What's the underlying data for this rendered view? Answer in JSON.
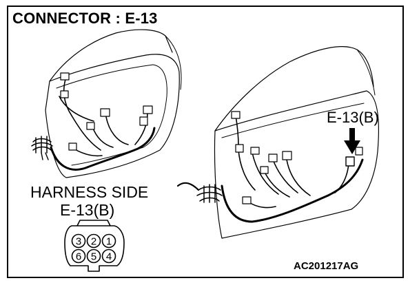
{
  "title": "CONNECTOR : E-13",
  "harness_side_label": "HARNESS SIDE",
  "harness_connector_id": "E-13(B)",
  "callout_label": "E-13(B)",
  "figure_code": "AC201217AG",
  "pins_top_row": [
    "3",
    "2",
    "1"
  ],
  "pins_bottom_row": [
    "6",
    "5",
    "4"
  ]
}
